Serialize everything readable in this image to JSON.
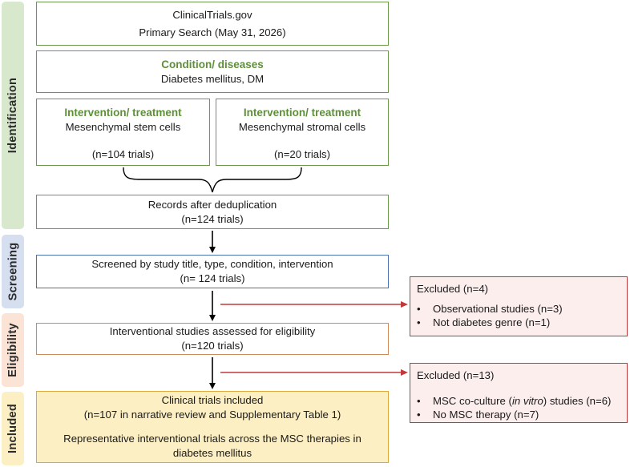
{
  "phases": {
    "identification": "Identification",
    "screening": "Screening",
    "eligibility": "Eligibility",
    "included": "Included"
  },
  "source": {
    "line1": "ClinicalTrials.gov",
    "line2": "Primary Search (May 31, 2026)"
  },
  "condition": {
    "title": "Condition/ diseases",
    "value": "Diabetes mellitus, DM"
  },
  "intervention_left": {
    "title": "Intervention/ treatment",
    "value": "Mesenchymal stem cells",
    "count": "(n=104 trials)"
  },
  "intervention_right": {
    "title": "Intervention/ treatment",
    "value": "Mesenchymal stromal cells",
    "count": "(n=20 trials)"
  },
  "dedup": {
    "line1": "Records after deduplication",
    "line2": "(n=124 trials)"
  },
  "screened": {
    "line1": "Screened by study title, type, condition, intervention",
    "line2": "(n= 124 trials)"
  },
  "excluded1": {
    "title": "Excluded (n=4)",
    "items": [
      "Observational studies (n=3)",
      "Not diabetes genre (n=1)"
    ]
  },
  "eligibility": {
    "line1": "Interventional studies assessed for eligibility",
    "line2": "(n=120  trials)"
  },
  "excluded2": {
    "title": "Excluded (n=13)",
    "item1_pre": "MSC co-culture (",
    "item1_italic": "in vitro",
    "item1_post": ") studies (n=6)",
    "item2": "No MSC therapy (n=7)"
  },
  "included": {
    "line1": "Clinical trials included",
    "line2": "(n=107 in narrative review and Supplementary Table 1)",
    "line3": "Representative interventional trials across the MSC therapies in",
    "line4": "diabetes mellitus"
  },
  "colors": {
    "identification_bg": "#d7e8cd",
    "screening_bg": "#d6dff0",
    "eligibility_bg": "#fbe3d5",
    "included_bg": "#fdefc4",
    "green_border": "#6a9a49",
    "blue_border": "#4a72b0",
    "orange_border": "#d08a57",
    "red_border": "#c0393b",
    "red_arrow": "#c0393b"
  }
}
